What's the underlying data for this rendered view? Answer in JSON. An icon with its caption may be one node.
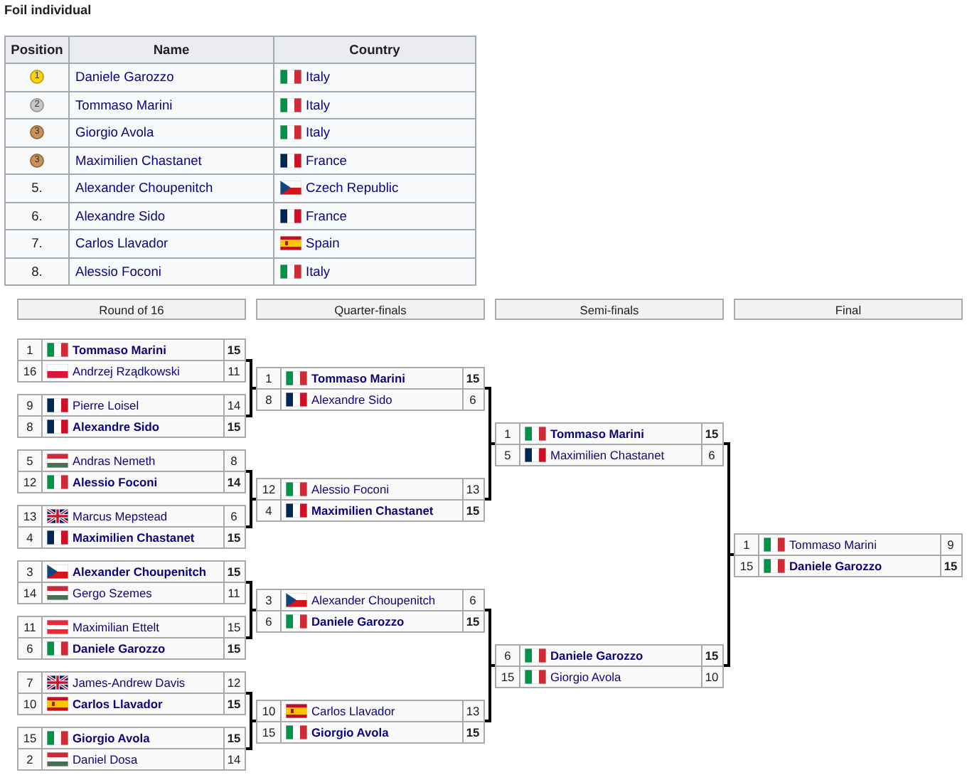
{
  "diagram": {
    "title": "Foil individual",
    "nodes": [
      {
        "text": [
          "Round of 16"
        ]
      },
      {
        "text": [
          "Quarter-finals"
        ]
      },
      {
        "text": [
          "Semi-finals"
        ]
      },
      {
        "text": [
          "Final"
        ]
      },
      {
        "text": [
          "1",
          "Tommaso Marini",
          "15",
          "16",
          "Andrzej Rządkowski",
          "11"
        ]
      },
      {
        "text": [
          "9",
          "Pierre Loisel",
          "14",
          "8",
          "Alexandre Sido",
          "15"
        ]
      },
      {
        "text": [
          "5",
          "Andras Nemeth",
          "8",
          "12",
          "Alessio Foconi",
          "14"
        ]
      },
      {
        "text": [
          "13",
          "Marcus Mepstead",
          "6",
          "4",
          "Maximilien Chastanet",
          "15"
        ]
      },
      {
        "text": [
          "3",
          "Alexander Choupenitch",
          "15",
          "14",
          "Gergo Szemes",
          "11"
        ]
      },
      {
        "text": [
          "11",
          "Maximilian Ettelt",
          "15",
          "6",
          "Daniele Garozzo",
          "15"
        ]
      },
      {
        "text": [
          "7",
          "James-Andrew Davis",
          "12",
          "10",
          "Carlos Llavador",
          "15"
        ]
      },
      {
        "text": [
          "15",
          "Giorgio Avola",
          "15",
          "2",
          "Daniel Dosa",
          "14"
        ]
      },
      {
        "text": [
          "1",
          "Tommaso Marini",
          "15",
          "8",
          "Alexandre Sido",
          "6"
        ]
      },
      {
        "text": [
          "12",
          "Alessio Foconi",
          "13",
          "4",
          "Maximilien Chastanet",
          "15"
        ]
      },
      {
        "text": [
          "3",
          "Alexander Choupenitch",
          "6",
          "6",
          "Daniele Garozzo",
          "15"
        ]
      },
      {
        "text": [
          "10",
          "Carlos Llavador",
          "13",
          "15",
          "Giorgio Avola",
          "15"
        ]
      },
      {
        "text": [
          "1",
          "Tommaso Marini",
          "15",
          "5",
          "Maximilien Chastanet",
          "6"
        ]
      },
      {
        "text": [
          "6",
          "Daniele Garozzo",
          "15",
          "15",
          "Giorgio Avola",
          "10"
        ]
      },
      {
        "text": [
          "1",
          "Tommaso Marini",
          "9",
          "15",
          "Daniele Garozzo",
          "15"
        ]
      }
    ],
    "edges": [
      {
        "from": 4,
        "to": 12,
        "arrow": "none"
      },
      {
        "from": 5,
        "to": 12,
        "arrow": "none"
      },
      {
        "from": 6,
        "to": 13,
        "arrow": "none"
      },
      {
        "from": 7,
        "to": 13,
        "arrow": "none"
      },
      {
        "from": 8,
        "to": 14,
        "arrow": "none"
      },
      {
        "from": 9,
        "to": 14,
        "arrow": "none"
      },
      {
        "from": 10,
        "to": 15,
        "arrow": "none"
      },
      {
        "from": 11,
        "to": 15,
        "arrow": "none"
      },
      {
        "from": 12,
        "to": 16,
        "arrow": "none"
      },
      {
        "from": 13,
        "to": 16,
        "arrow": "none"
      },
      {
        "from": 14,
        "to": 17,
        "arrow": "none"
      },
      {
        "from": 15,
        "to": 17,
        "arrow": "none"
      },
      {
        "from": 16,
        "to": 18,
        "arrow": "none"
      },
      {
        "from": 17,
        "to": 18,
        "arrow": "none"
      }
    ],
    "labels": [
      "Position",
      "Name",
      "Country",
      "1",
      "Daniele Garozzo",
      "Italy",
      "2",
      "Tommaso Marini",
      "Italy",
      "3",
      "Giorgio Avola",
      "Italy",
      "3",
      "Maximilien Chastanet",
      "France",
      "5.",
      "Alexander Choupenitch",
      "Czech Republic",
      "6.",
      "Alexandre Sido",
      "France",
      "7.",
      "Carlos Llavador",
      "Spain",
      "8.",
      "Alessio Foconi",
      "Italy"
    ]
  }
}
